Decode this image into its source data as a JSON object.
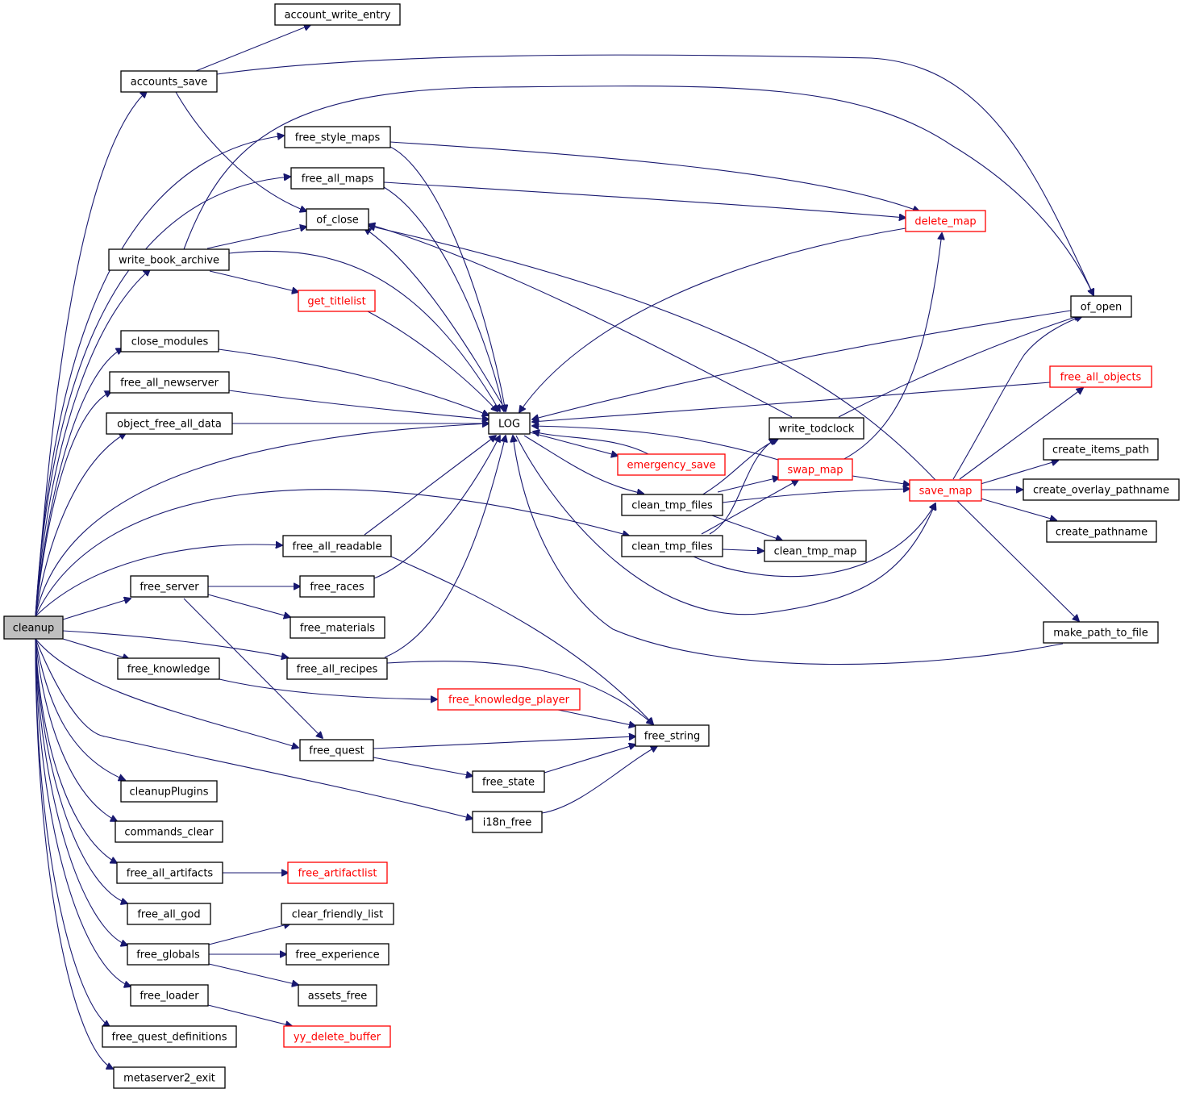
{
  "nodes": [
    {
      "id": "cleanup",
      "label": "cleanup",
      "style": "root"
    },
    {
      "id": "account_write_entry",
      "label": "account_write_entry",
      "style": "black"
    },
    {
      "id": "accounts_save",
      "label": "accounts_save",
      "style": "black"
    },
    {
      "id": "free_style_maps",
      "label": "free_style_maps",
      "style": "black"
    },
    {
      "id": "free_all_maps",
      "label": "free_all_maps",
      "style": "black"
    },
    {
      "id": "of_close",
      "label": "of_close",
      "style": "black"
    },
    {
      "id": "write_book_archive",
      "label": "write_book_archive",
      "style": "black"
    },
    {
      "id": "get_titlelist",
      "label": "get_titlelist",
      "style": "red"
    },
    {
      "id": "close_modules",
      "label": "close_modules",
      "style": "black"
    },
    {
      "id": "free_all_newserver",
      "label": "free_all_newserver",
      "style": "black"
    },
    {
      "id": "object_free_all_data",
      "label": "object_free_all_data",
      "style": "black"
    },
    {
      "id": "LOG",
      "label": "LOG",
      "style": "black"
    },
    {
      "id": "free_all_readable",
      "label": "free_all_readable",
      "style": "black"
    },
    {
      "id": "free_server",
      "label": "free_server",
      "style": "black"
    },
    {
      "id": "free_races",
      "label": "free_races",
      "style": "black"
    },
    {
      "id": "free_materials",
      "label": "free_materials",
      "style": "black"
    },
    {
      "id": "free_knowledge",
      "label": "free_knowledge",
      "style": "black"
    },
    {
      "id": "free_all_recipes",
      "label": "free_all_recipes",
      "style": "black"
    },
    {
      "id": "free_knowledge_player",
      "label": "free_knowledge_player",
      "style": "red"
    },
    {
      "id": "free_quest",
      "label": "free_quest",
      "style": "black"
    },
    {
      "id": "free_string",
      "label": "free_string",
      "style": "black"
    },
    {
      "id": "free_state",
      "label": "free_state",
      "style": "black"
    },
    {
      "id": "i18n_free",
      "label": "i18n_free",
      "style": "black"
    },
    {
      "id": "cleanupPlugins",
      "label": "cleanupPlugins",
      "style": "black"
    },
    {
      "id": "commands_clear",
      "label": "commands_clear",
      "style": "black"
    },
    {
      "id": "free_all_artifacts",
      "label": "free_all_artifacts",
      "style": "black"
    },
    {
      "id": "free_artifactlist",
      "label": "free_artifactlist",
      "style": "red"
    },
    {
      "id": "free_all_god",
      "label": "free_all_god",
      "style": "black"
    },
    {
      "id": "free_globals",
      "label": "free_globals",
      "style": "black"
    },
    {
      "id": "clear_friendly_list",
      "label": "clear_friendly_list",
      "style": "black"
    },
    {
      "id": "free_experience",
      "label": "free_experience",
      "style": "black"
    },
    {
      "id": "assets_free",
      "label": "assets_free",
      "style": "black"
    },
    {
      "id": "free_loader",
      "label": "free_loader",
      "style": "black"
    },
    {
      "id": "yy_delete_buffer",
      "label": "yy_delete_buffer",
      "style": "red"
    },
    {
      "id": "free_quest_definitions",
      "label": "free_quest_definitions",
      "style": "black"
    },
    {
      "id": "metaserver2_exit",
      "label": "metaserver2_exit",
      "style": "black"
    },
    {
      "id": "emergency_save",
      "label": "emergency_save",
      "style": "red"
    },
    {
      "id": "clean_tmp_files_1",
      "label": "clean_tmp_files",
      "style": "black"
    },
    {
      "id": "clean_tmp_files_2",
      "label": "clean_tmp_files",
      "style": "black"
    },
    {
      "id": "clean_tmp_map",
      "label": "clean_tmp_map",
      "style": "black"
    },
    {
      "id": "write_todclock",
      "label": "write_todclock",
      "style": "black"
    },
    {
      "id": "swap_map",
      "label": "swap_map",
      "style": "red"
    },
    {
      "id": "delete_map",
      "label": "delete_map",
      "style": "red"
    },
    {
      "id": "save_map",
      "label": "save_map",
      "style": "red"
    },
    {
      "id": "of_open",
      "label": "of_open",
      "style": "black"
    },
    {
      "id": "free_all_objects",
      "label": "free_all_objects",
      "style": "red"
    },
    {
      "id": "create_items_path",
      "label": "create_items_path",
      "style": "black"
    },
    {
      "id": "create_overlay_pathname",
      "label": "create_overlay_pathname",
      "style": "black"
    },
    {
      "id": "create_pathname",
      "label": "create_pathname",
      "style": "black"
    },
    {
      "id": "make_path_to_file",
      "label": "make_path_to_file",
      "style": "black"
    }
  ],
  "colors": {
    "edge": "#191970",
    "node_border": "#000000",
    "node_border_red": "#ff0000",
    "root_fill": "#bfbfbf"
  }
}
